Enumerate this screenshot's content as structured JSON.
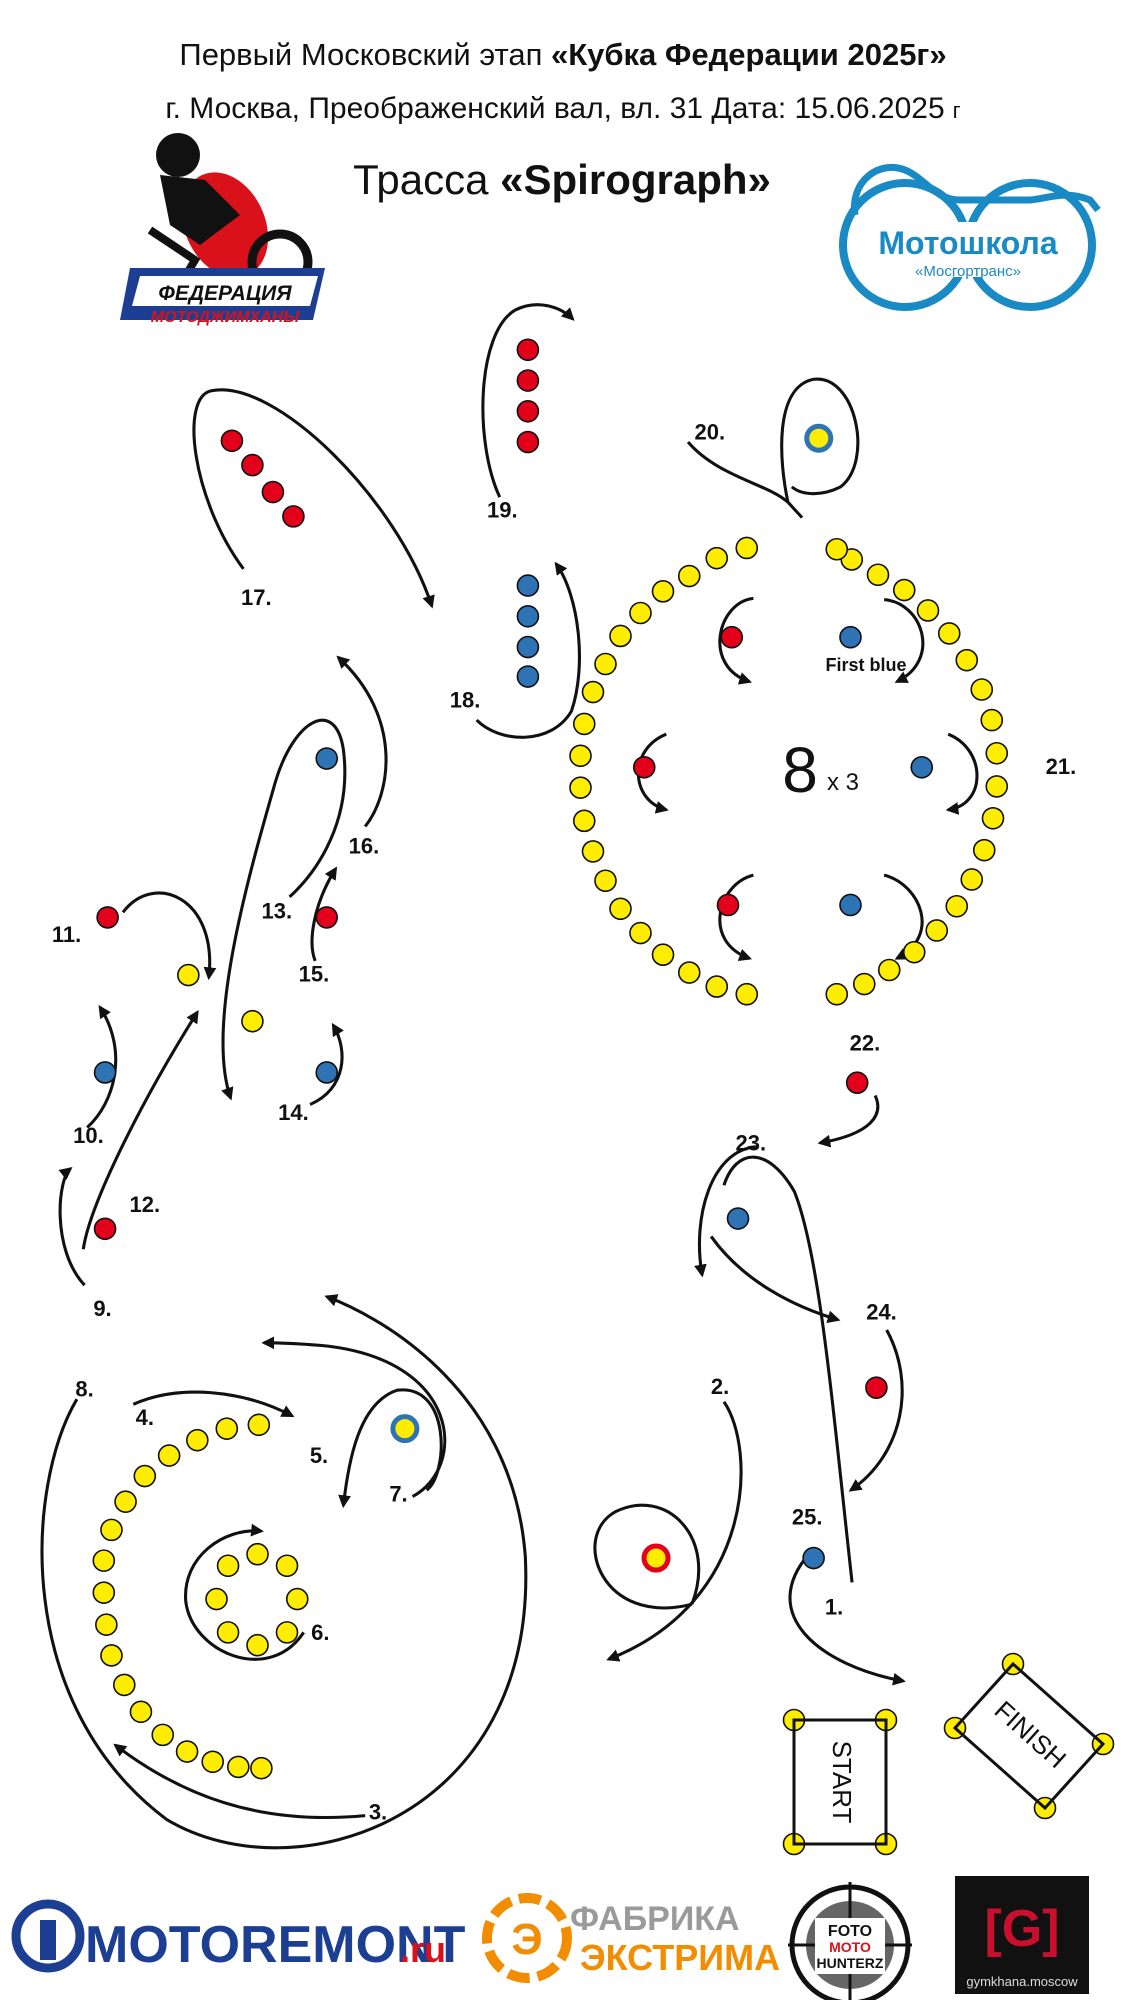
{
  "header": {
    "line1_plain": "Первый Московский этап ",
    "line1_bold": "«Кубка Федерации 2025г»",
    "line2": "г. Москва, Преображенский вал, вл. 31    Дата: 15.06.2025",
    "line2_suffix": "г",
    "track_prefix": "Трасса ",
    "track_name": "«Spirograph»"
  },
  "logos": {
    "federation_line1": "ФЕДЕРАЦИЯ",
    "federation_line2": "МОТОДЖИМХАНЫ",
    "school_name": "Мотошкола",
    "school_sub": "«Мосгортранс»",
    "motoremont_a": "MOTOREMONT",
    "motoremont_b": ".ru",
    "fabrika_a": "ФАБРИКА",
    "fabrika_b": "ЭКСТРИМА",
    "foto_a": "FOTO",
    "foto_b": "MOTO",
    "foto_c": "HUNTERZ",
    "gym_sign": "[G]",
    "gym_domain": "gymkhana.moscow"
  },
  "colors": {
    "red": "#e3001b",
    "blue": "#2e74b5",
    "yellow": "#ffed00",
    "school_blue": "#1a8ac4",
    "motoremont_blue": "#1c3f94",
    "fabrika_orange": "#f28c00",
    "fabrika_grey": "#9a9a9a"
  },
  "center": {
    "big": "8",
    "small": "x 3"
  },
  "first_blue_label": "First blue",
  "labels": {
    "l1": "1.",
    "l2": "2.",
    "l3": "3.",
    "l4": "4.",
    "l5": "5.",
    "l6": "6.",
    "l7": "7.",
    "l8": "8.",
    "l9": "9.",
    "l10": "10.",
    "l11": "11.",
    "l12": "12.",
    "l13": "13.",
    "l14": "14.",
    "l15": "15.",
    "l16": "16.",
    "l17": "17.",
    "l18": "18.",
    "l19": "19.",
    "l20": "20.",
    "l21": "21.",
    "l22": "22.",
    "l23": "23.",
    "l24": "24.",
    "l25": "25."
  },
  "start_label": "START",
  "finish_label": "FINISH"
}
